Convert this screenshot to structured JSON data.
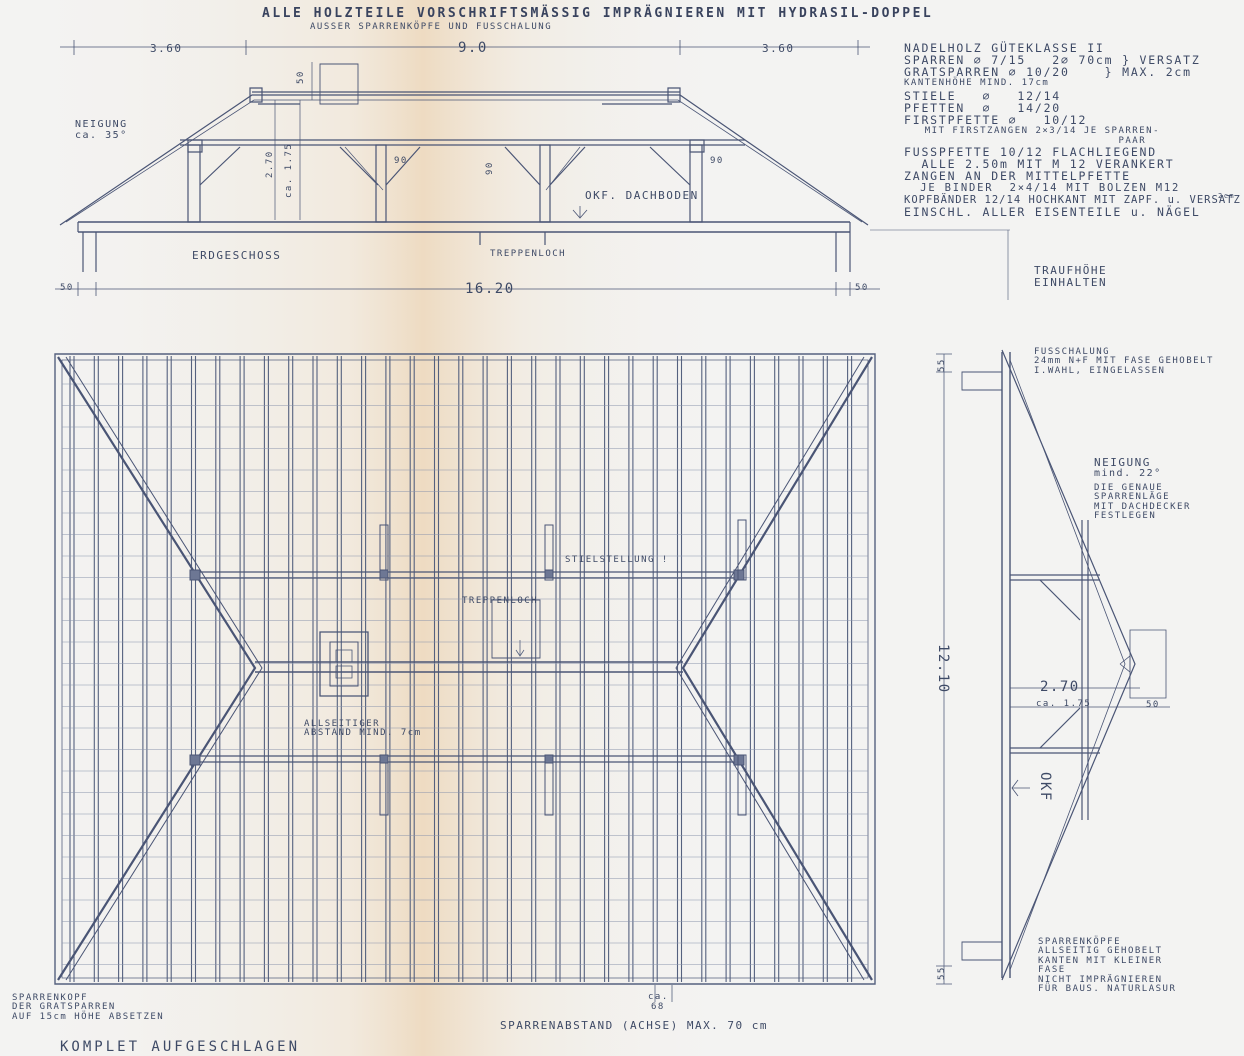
{
  "title": {
    "line1": "ALLE HOLZTEILE VORSCHRIFTSMÄSSIG IMPRÄGNIEREN MIT HYDRASIL-DOPPEL",
    "line2": "AUSSER SPARRENKÖPFE UND FUSSCHALUNG"
  },
  "specs": {
    "lines": [
      "NADELHOLZ GÜTEKLASSE II",
      "SPARREN ∅ 7/15   2∅ 70cm } VERSATZ",
      "GRATSPARREN ∅ 10/20    } MAX. 2cm",
      "KANTENHÖHE MIND. 17cm",
      "STIELE   ∅   12/14",
      "PFETTEN  ∅   14/20",
      "FIRSTPFETTE ∅   10/12",
      "   MIT FIRSTZANGEN 2×3/14 JE SPARREN-",
      "                               PAAR"
    ],
    "lines2": [
      "FUSSPFETTE 10/12 FLACHLIEGEND",
      "  ALLE 2.50m MIT M 12 VERANKERT",
      "ZANGEN AN DER MITTELPFETTE",
      "  JE BINDER  2×4/14 MIT BOLZEN M12",
      "KOPFBÄNDER 12/14 HOCHKANT MIT ZAPF. u. VERSATZ",
      "EINSCHL. ALLER EISENTEILE u. NÄGEL"
    ],
    "unit_2cm": "2cm"
  },
  "elevation": {
    "dim_left": "3.60",
    "dim_mid": "9.0",
    "dim_right": "3.60",
    "neigung_label": "NEIGUNG",
    "neigung_value": "ca. 35°",
    "dim_50": "50",
    "dim_270": "2.70",
    "dim_175": "ca. 1.75",
    "dim_90_a": "90",
    "dim_90_b": "90",
    "dim_90_c": "90",
    "okf_dachboden": "OKF. DACHBODEN",
    "erdgeschoss": "ERDGESCHOSS",
    "treppenloch": "TREPPENLOCH",
    "overall_width": "16.20",
    "dim_50_left": "50",
    "dim_50_right": "50",
    "traufhoehe": "TRAUFHÖHE\nEINHALTEN"
  },
  "plan": {
    "stielstellung": "STIELSTELLUNG !",
    "treppenloch": "TREPPENLOCH",
    "abstand": "ALLSEITIGER\nABSTAND MIND. 7cm",
    "width_dim": "12.10",
    "dim_55_top": "55",
    "dim_55_bottom": "55",
    "dim_ca": "ca.",
    "dim_68": "68",
    "sparrenabstand": "SPARRENABSTAND (ACHSE) MAX. 70 cm",
    "sparrenkopf_note": "SPARRENKOPF\nDER GRATSPARREN\nAUF 15cm HÖHE ABSETZEN",
    "komplet": "KOMPLET AUFGESCHLAGEN"
  },
  "section": {
    "fusschalung": "FUSSCHALUNG\n24mm N+F MIT FASE GEHOBELT\nI.WAHL, EINGELASSEN",
    "neigung_label": "NEIGUNG",
    "neigung_value": "mind. 22°",
    "neigung_note": "DIE GENAUE\nSPARRENLÄGE\nMIT DACHDECKER\nFESTLEGEN",
    "dim_270": "2.70",
    "dim_175": "ca. 1.75",
    "dim_50": "50",
    "okf": "OKF",
    "sparrenkoepfe": "SPARRENKÖPFE\nALLSEITIG GEHOBELT\nKANTEN MIT KLEINER\nFASE\nNICHT IMPRÄGNIEREN\nFÜR BAUS. NATURLASUR"
  },
  "colors": {
    "ink": "#3e4a66",
    "ink_light": "#7d879f",
    "wash": "#e9c79a",
    "paper": "#f3f3f2"
  }
}
